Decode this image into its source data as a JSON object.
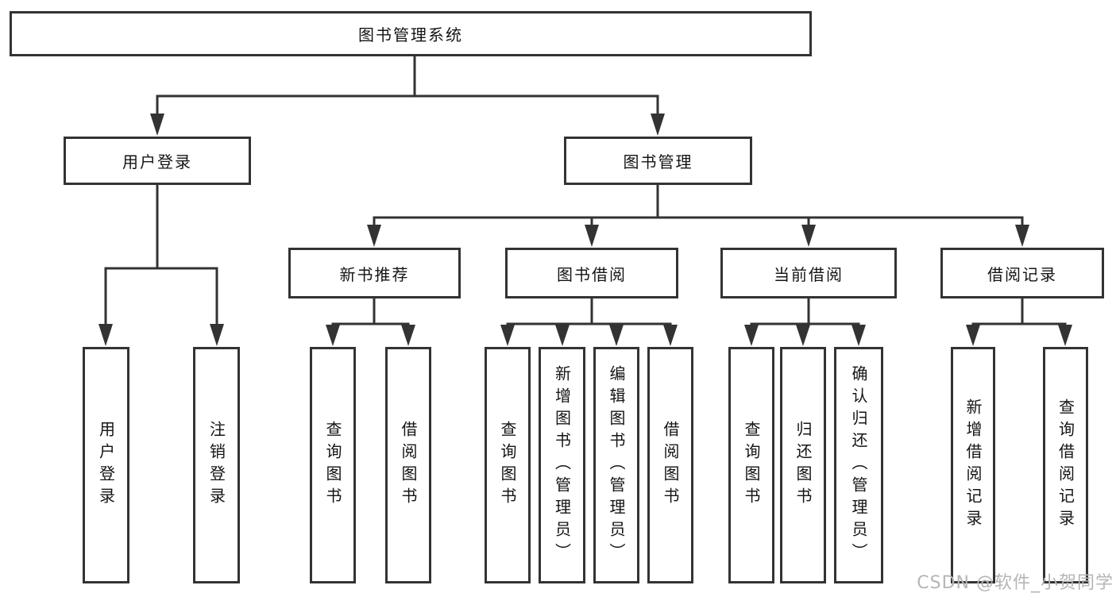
{
  "diagram": {
    "root": {
      "label": "图书管理系统"
    },
    "branches": [
      {
        "label": "用户登录",
        "children": [
          {
            "label": "用户登录"
          },
          {
            "label": "注销登录"
          }
        ]
      },
      {
        "label": "图书管理",
        "children": [
          {
            "label": "新书推荐",
            "children": [
              {
                "label": "查询图书"
              },
              {
                "label": "借阅图书"
              }
            ]
          },
          {
            "label": "图书借阅",
            "children": [
              {
                "label": "查询图书"
              },
              {
                "label": "新增图书（管理员）"
              },
              {
                "label": "编辑图书（管理员）"
              },
              {
                "label": "借阅图书"
              }
            ]
          },
          {
            "label": "当前借阅",
            "children": [
              {
                "label": "查询图书"
              },
              {
                "label": "归还图书"
              },
              {
                "label": "确认归还（管理员）"
              }
            ]
          },
          {
            "label": "借阅记录",
            "children": [
              {
                "label": "新增借阅记录"
              },
              {
                "label": "查询借阅记录"
              }
            ]
          }
        ]
      }
    ]
  },
  "watermark": {
    "text": "CSDN @软件_小贺同学"
  },
  "colors": {
    "line": "#333333",
    "box_border": "#333333",
    "background": "#ffffff",
    "text": "#141414",
    "watermark": "#b5b5b5"
  }
}
